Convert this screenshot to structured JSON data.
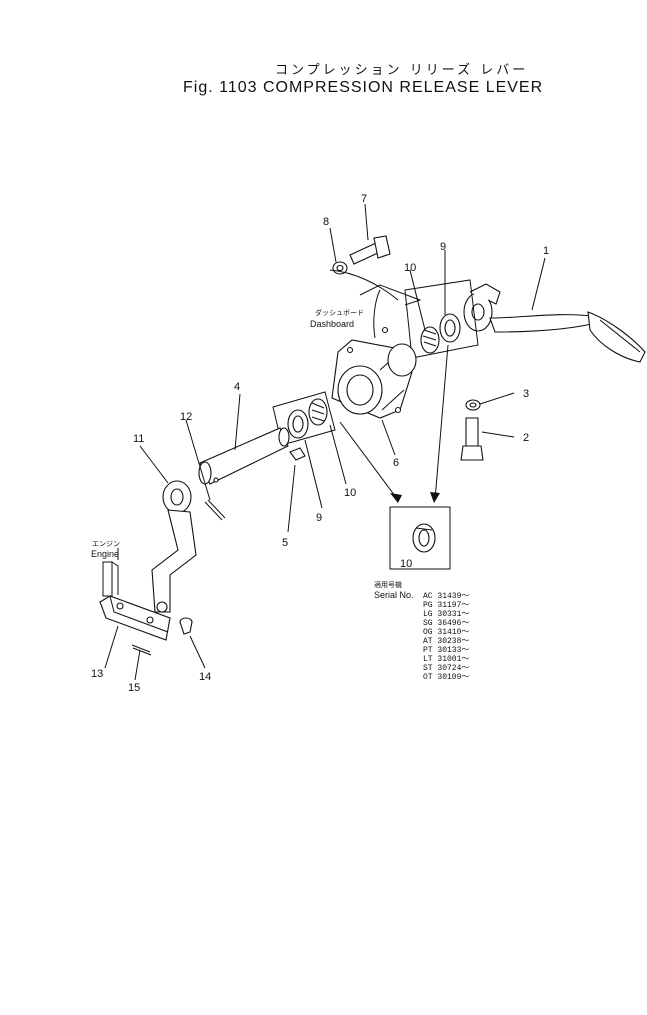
{
  "title": {
    "japanese": "コンプレッション リリーズ レバー",
    "english": "Fig. 1103  COMPRESSION RELEASE LEVER"
  },
  "labels": {
    "dashboard_jp": "ダッシュボード",
    "dashboard_en": "Dashboard",
    "engine_jp": "エンジン",
    "engine_en": "Engine",
    "applicable_jp": "適用号機",
    "serial_heading": "Serial No."
  },
  "part_numbers": [
    "1",
    "2",
    "3",
    "4",
    "5",
    "6",
    "7",
    "8",
    "9",
    "9",
    "10",
    "10",
    "10",
    "11",
    "12",
    "13",
    "14",
    "15"
  ],
  "serial_numbers": [
    "AC 31439～",
    "PG 31197～",
    "LG 30331～",
    "SG 36496～",
    "OG 31410～",
    "AT 30238～",
    "PT 30133～",
    "LT 31001～",
    "ST 30724～",
    "OT 30109～"
  ]
}
